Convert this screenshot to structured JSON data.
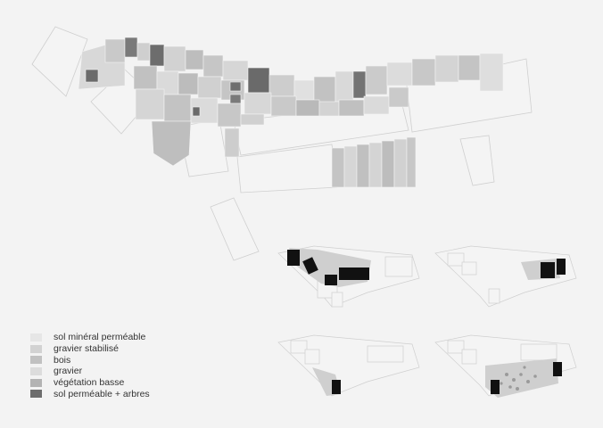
{
  "legend": {
    "items": [
      {
        "label": "sol minéral perméable",
        "color": "#e6e6e6"
      },
      {
        "label": "gravier stabilisé",
        "color": "#d2d2d2"
      },
      {
        "label": "bois",
        "color": "#c1c1c1"
      },
      {
        "label": "gravier",
        "color": "#dcdcdc"
      },
      {
        "label": "végétation  basse",
        "color": "#b3b3b3"
      },
      {
        "label": "sol perméable + arbres",
        "color": "#6d6d6d"
      }
    ]
  },
  "colors": {
    "background": "#f3f3f3",
    "building_outline": "#cfcfcf",
    "building_fill": "#f4f4f4",
    "highlight": "#111111"
  }
}
